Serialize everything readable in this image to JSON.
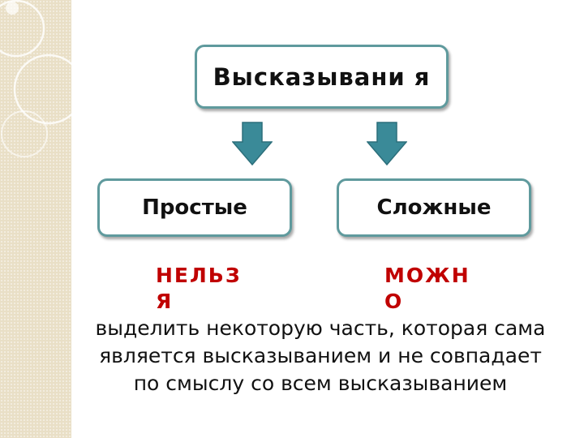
{
  "diagram": {
    "top_box": "Высказывани я",
    "left_box": "Простые",
    "right_box": "Сложные",
    "left_label": "НЕЛЬЗ Я",
    "right_label": "МОЖН О",
    "caption": "выделить  некоторую часть, которая  сама является высказыванием и не совпадает по смыслу со всем высказыванием"
  },
  "colors": {
    "box_border": "#5f9a9d",
    "arrow_fill": "#3a8a98",
    "label_red": "#c00000",
    "decor_strip": "#e9dfc6"
  }
}
